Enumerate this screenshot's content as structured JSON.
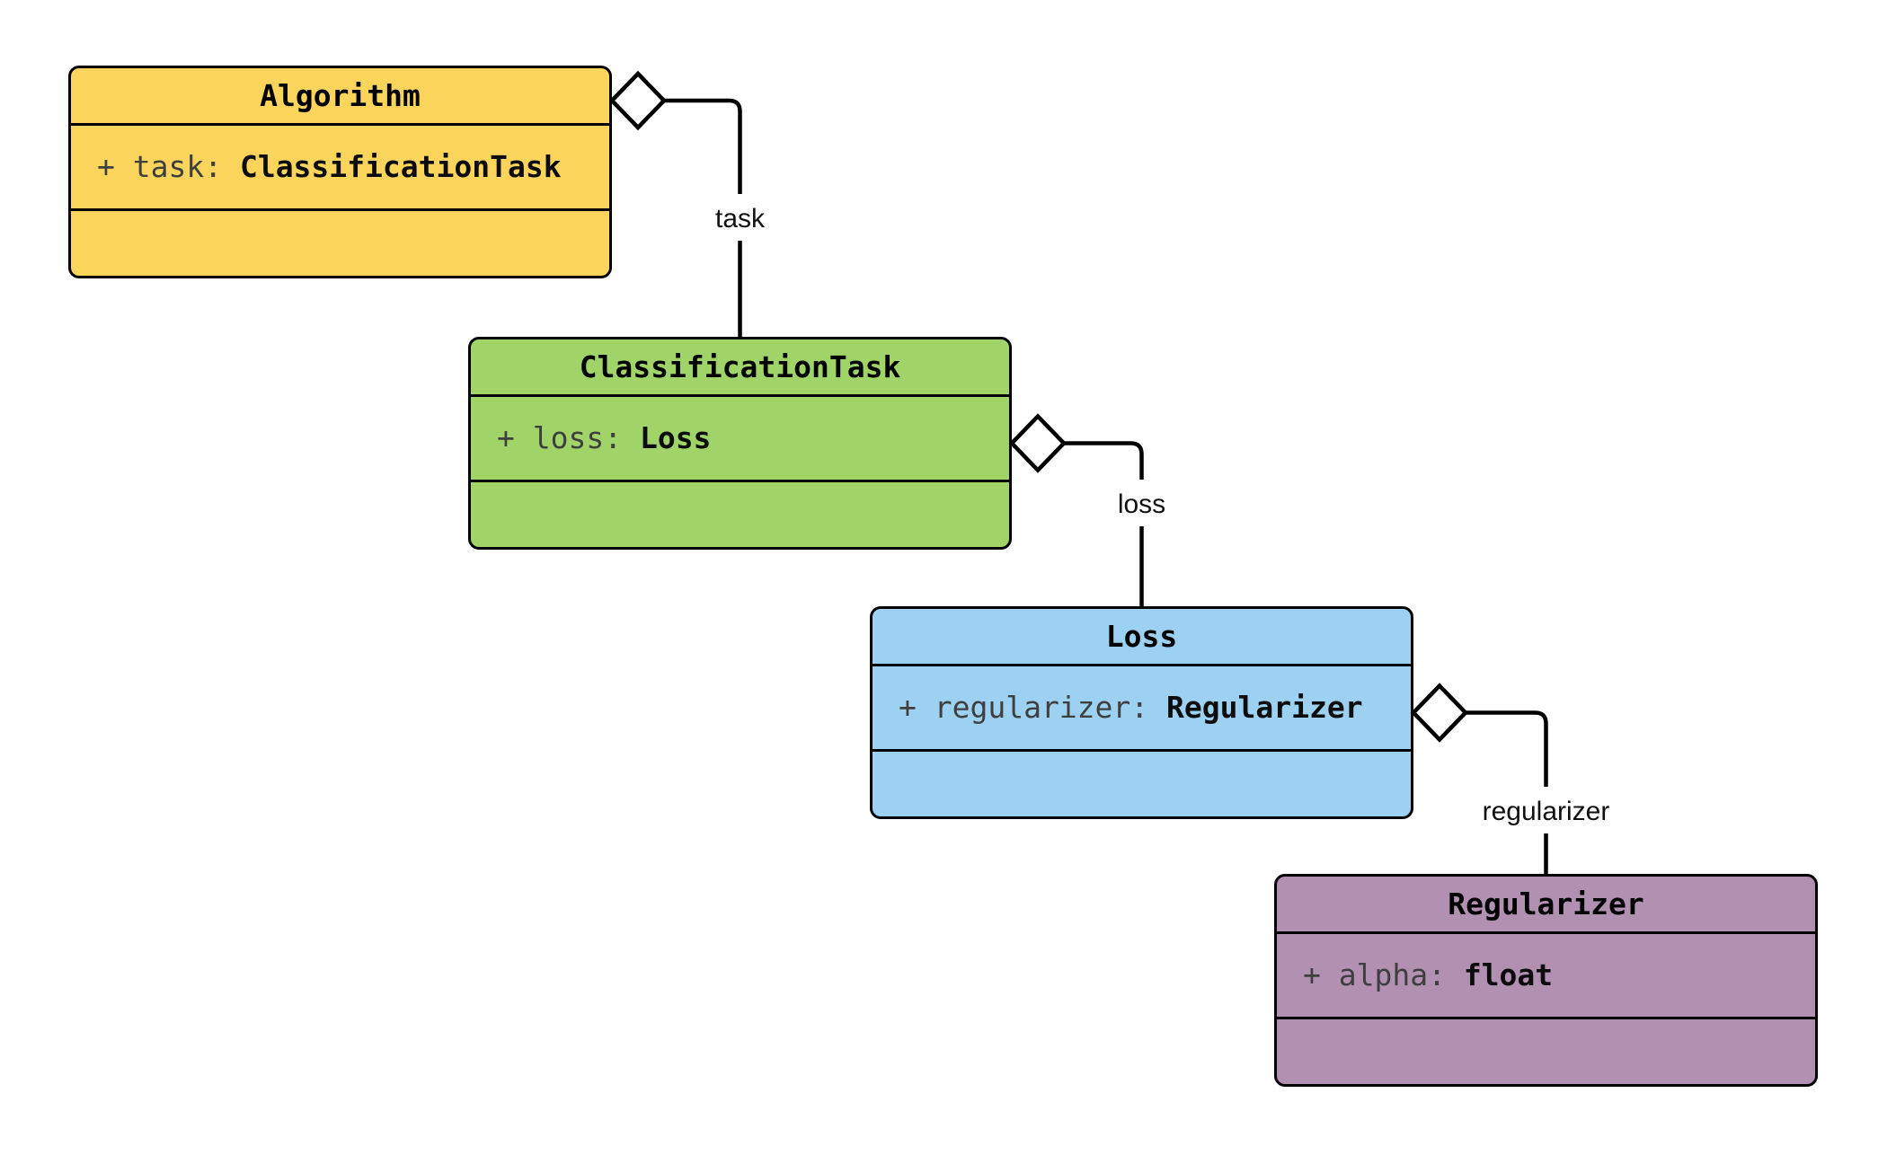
{
  "diagram": {
    "kind": "uml-class-diagram",
    "background_color": "#ffffff",
    "stroke_color": "#000000",
    "attribute_name_color": "#3f3f3f",
    "attribute_type_color": "#0c0c0c",
    "edge_label_color": "#111111"
  },
  "classes": [
    {
      "name": "Algorithm",
      "fill": "#FBD45C",
      "attributes": [
        {
          "prefix": "+ task: ",
          "type": "ClassificationTask"
        }
      ]
    },
    {
      "name": "ClassificationTask",
      "fill": "#A0D468",
      "attributes": [
        {
          "prefix": "+ loss: ",
          "type": "Loss"
        }
      ]
    },
    {
      "name": "Loss",
      "fill": "#9CD1F1",
      "attributes": [
        {
          "prefix": "+ regularizer: ",
          "type": "Regularizer"
        }
      ]
    },
    {
      "name": "Regularizer",
      "fill": "#B190B2",
      "attributes": [
        {
          "prefix": "+ alpha: ",
          "type": "float"
        }
      ]
    }
  ],
  "edges": [
    {
      "label": "task",
      "from": "Algorithm",
      "to": "ClassificationTask",
      "relation": "aggregation"
    },
    {
      "label": "loss",
      "from": "ClassificationTask",
      "to": "Loss",
      "relation": "aggregation"
    },
    {
      "label": "regularizer",
      "from": "Loss",
      "to": "Regularizer",
      "relation": "aggregation"
    }
  ]
}
